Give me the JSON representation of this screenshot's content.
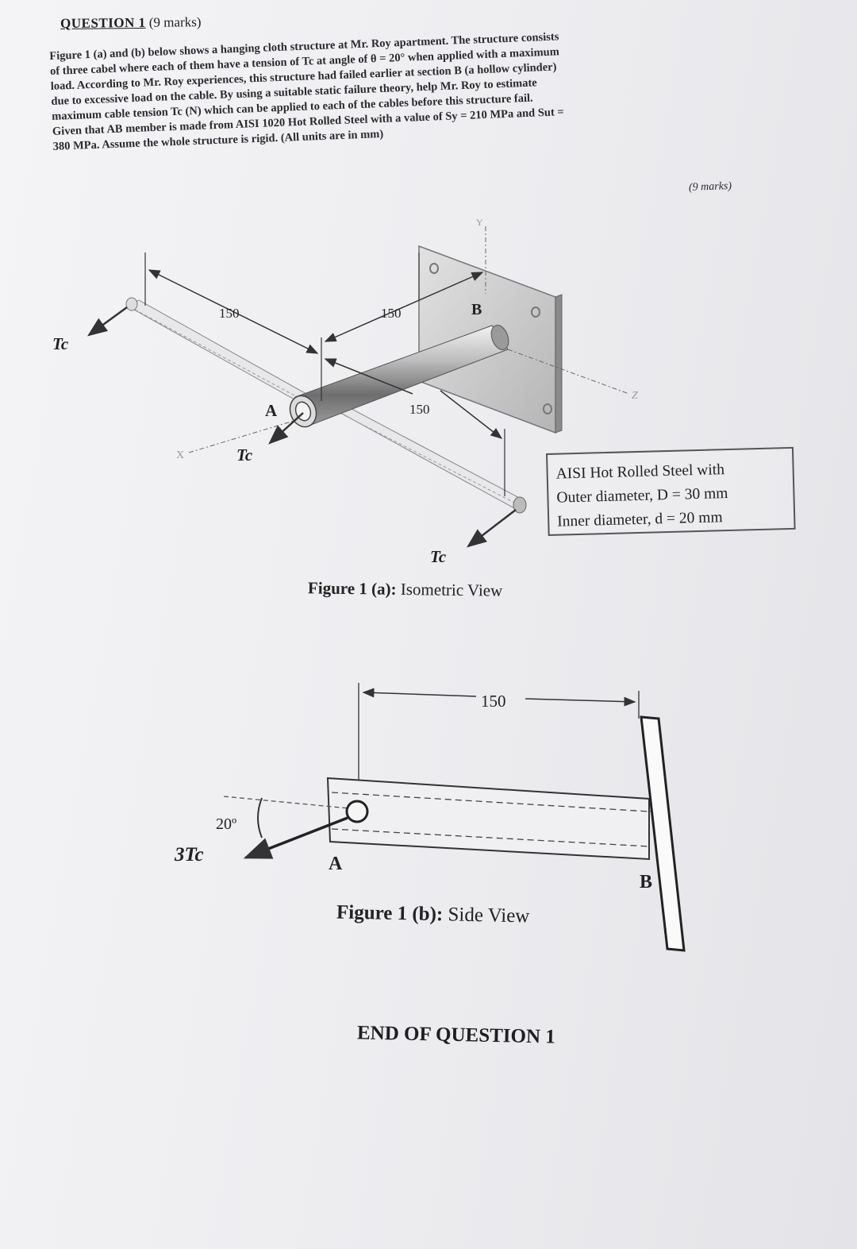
{
  "question": {
    "heading": "QUESTION 1",
    "heading_marks": "(9 marks)",
    "paragraph_lines": [
      "Figure 1 (a) and (b) below shows a hanging cloth structure at Mr. Roy apartment. The structure consists",
      "of three cabel where each of them have a tension of Tc at angle of θ = 20° when applied with a maximum",
      "load. According to Mr. Roy experiences, this structure had failed earlier at section B (a hollow cylinder)",
      "due to excessive load on the cable. By using a suitable static failure theory, help Mr. Roy to estimate",
      "maximum cable tension Tc (N) which can be applied to each of the cables before this structure fail.",
      "Given that AB member is made from AISI 1020 Hot Rolled Steel with a value of Sy = 210 MPa and Sut =",
      "380 MPa. Assume the whole structure is rigid. (All units are in mm)"
    ],
    "marks_right": "(9 marks)"
  },
  "figure_a": {
    "dim_left": "150",
    "dim_mid": "150",
    "dim_lower": "150",
    "label_tc_left": "Tc",
    "label_tc_mid": "Tc",
    "label_tc_bottom": "Tc",
    "label_a": "A",
    "label_b": "B",
    "label_x": "X",
    "label_y": "Y",
    "label_z": "Z",
    "caption_bold": "Figure 1 (a):",
    "caption_rest": " Isometric View",
    "info_lines": [
      "AISI Hot Rolled Steel with",
      "Outer diameter, D = 30 mm",
      "Inner diameter, d = 20 mm"
    ]
  },
  "figure_b": {
    "dim_top": "150",
    "angle": "20º",
    "label_3tc": "3Tc",
    "label_a": "A",
    "label_b": "B",
    "caption_bold": "Figure 1 (b):",
    "caption_rest": " Side View"
  },
  "end_text": "END OF QUESTION 1"
}
